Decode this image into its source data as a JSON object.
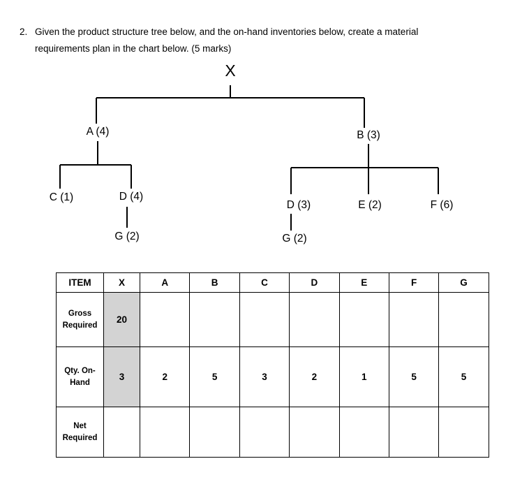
{
  "question": {
    "number": "2.",
    "lines": [
      "Given the product structure tree below, and the on-hand inventories below, create a material",
      "requirements plan in the chart below. (5 marks)"
    ]
  },
  "tree": {
    "root_label": "X",
    "nodes": {
      "a": "A (4)",
      "b": "B (3)",
      "c": "C (1)",
      "d_under_a": "D (4)",
      "g_under_d_a": "G (2)",
      "d_under_b": "D (3)",
      "e": "E (2)",
      "f": "F (6)",
      "g_under_d_b": "G (2)"
    }
  },
  "table": {
    "highlight_color": "#d3d3d3",
    "headers": [
      "ITEM",
      "X",
      "A",
      "B",
      "C",
      "D",
      "E",
      "F",
      "G"
    ],
    "rows": [
      {
        "label": "Gross Required",
        "values": [
          "20",
          "",
          "",
          "",
          "",
          "",
          "",
          ""
        ]
      },
      {
        "label": "Qty. On-Hand",
        "values": [
          "3",
          "2",
          "5",
          "3",
          "2",
          "1",
          "5",
          "5"
        ]
      },
      {
        "label": "Net Required",
        "values": [
          "",
          "",
          "",
          "",
          "",
          "",
          "",
          ""
        ]
      }
    ]
  }
}
